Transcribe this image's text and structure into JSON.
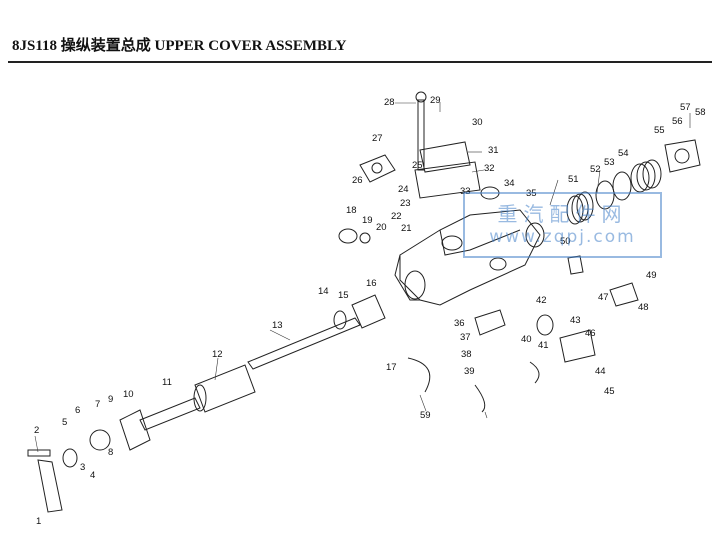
{
  "title": "8JS118 操纵装置总成 UPPER COVER ASSEMBLY",
  "watermark": {
    "line1": "重汽配件网",
    "line2": "www.zqpj.com"
  },
  "labels": [
    "1",
    "2",
    "3",
    "4",
    "5",
    "6",
    "7",
    "8",
    "9",
    "10",
    "11",
    "12",
    "13",
    "14",
    "15",
    "16",
    "17",
    "18",
    "19",
    "20",
    "21",
    "22",
    "23",
    "24",
    "25",
    "26",
    "27",
    "28",
    "29",
    "30",
    "31",
    "32",
    "33",
    "34",
    "35",
    "36",
    "37",
    "38",
    "39",
    "40",
    "41",
    "42",
    "43",
    "44",
    "45",
    "46",
    "47",
    "48",
    "49",
    "50",
    "51",
    "52",
    "53",
    "54",
    "55",
    "56",
    "57",
    "58",
    "59"
  ]
}
